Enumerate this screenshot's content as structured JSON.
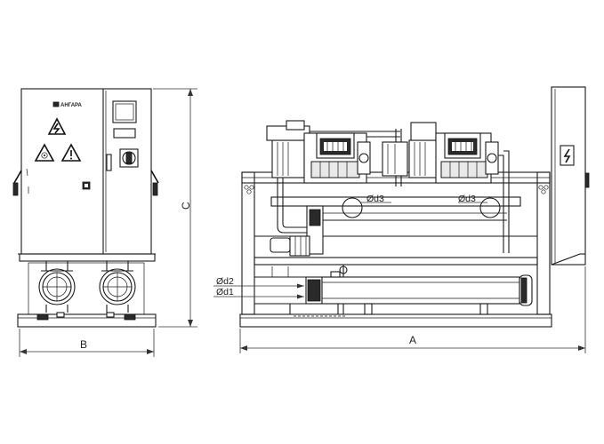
{
  "brand": {
    "logo_text": "АНГАРА"
  },
  "dimensions": {
    "width_label": "B",
    "height_label": "C",
    "length_label": "A"
  },
  "pipe_labels": {
    "d1": "Ød1",
    "d2": "Ød2",
    "d3_left": "Ød3",
    "d3_right": "Ød3"
  },
  "icons": [
    "high-voltage-warning-icon",
    "fan-warning-icon",
    "exclamation-warning-icon",
    "electrical-hazard-icon"
  ],
  "colors": {
    "line": "#1a1a1a",
    "background": "#ffffff"
  }
}
